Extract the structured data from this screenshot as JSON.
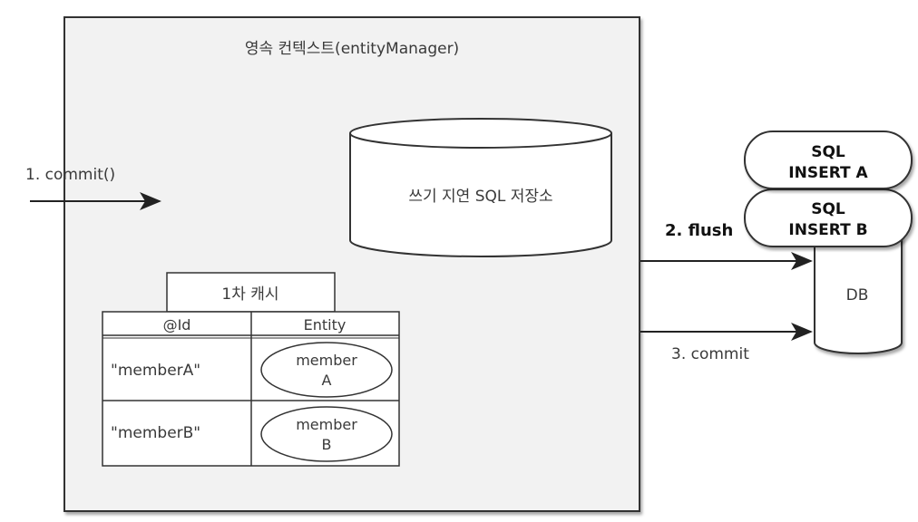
{
  "context": {
    "title": "영속 컨텍스트(entityManager)"
  },
  "commit_in": {
    "label": "1. commit()"
  },
  "sql_store": {
    "label": "쓰기 지연 SQL 저장소"
  },
  "cache": {
    "title": "1차 캐시",
    "headers": [
      "@Id",
      "Entity"
    ],
    "rows": [
      {
        "id": "\"memberA\"",
        "entity_line1": "member",
        "entity_line2": "A"
      },
      {
        "id": "\"memberB\"",
        "entity_line1": "member",
        "entity_line2": "B"
      }
    ]
  },
  "flush": {
    "label": "2. flush"
  },
  "commit_out": {
    "label": "3. commit"
  },
  "db": {
    "label": "DB",
    "queries": [
      {
        "line1": "SQL",
        "line2": "INSERT A"
      },
      {
        "line1": "SQL",
        "line2": "INSERT B"
      }
    ]
  }
}
